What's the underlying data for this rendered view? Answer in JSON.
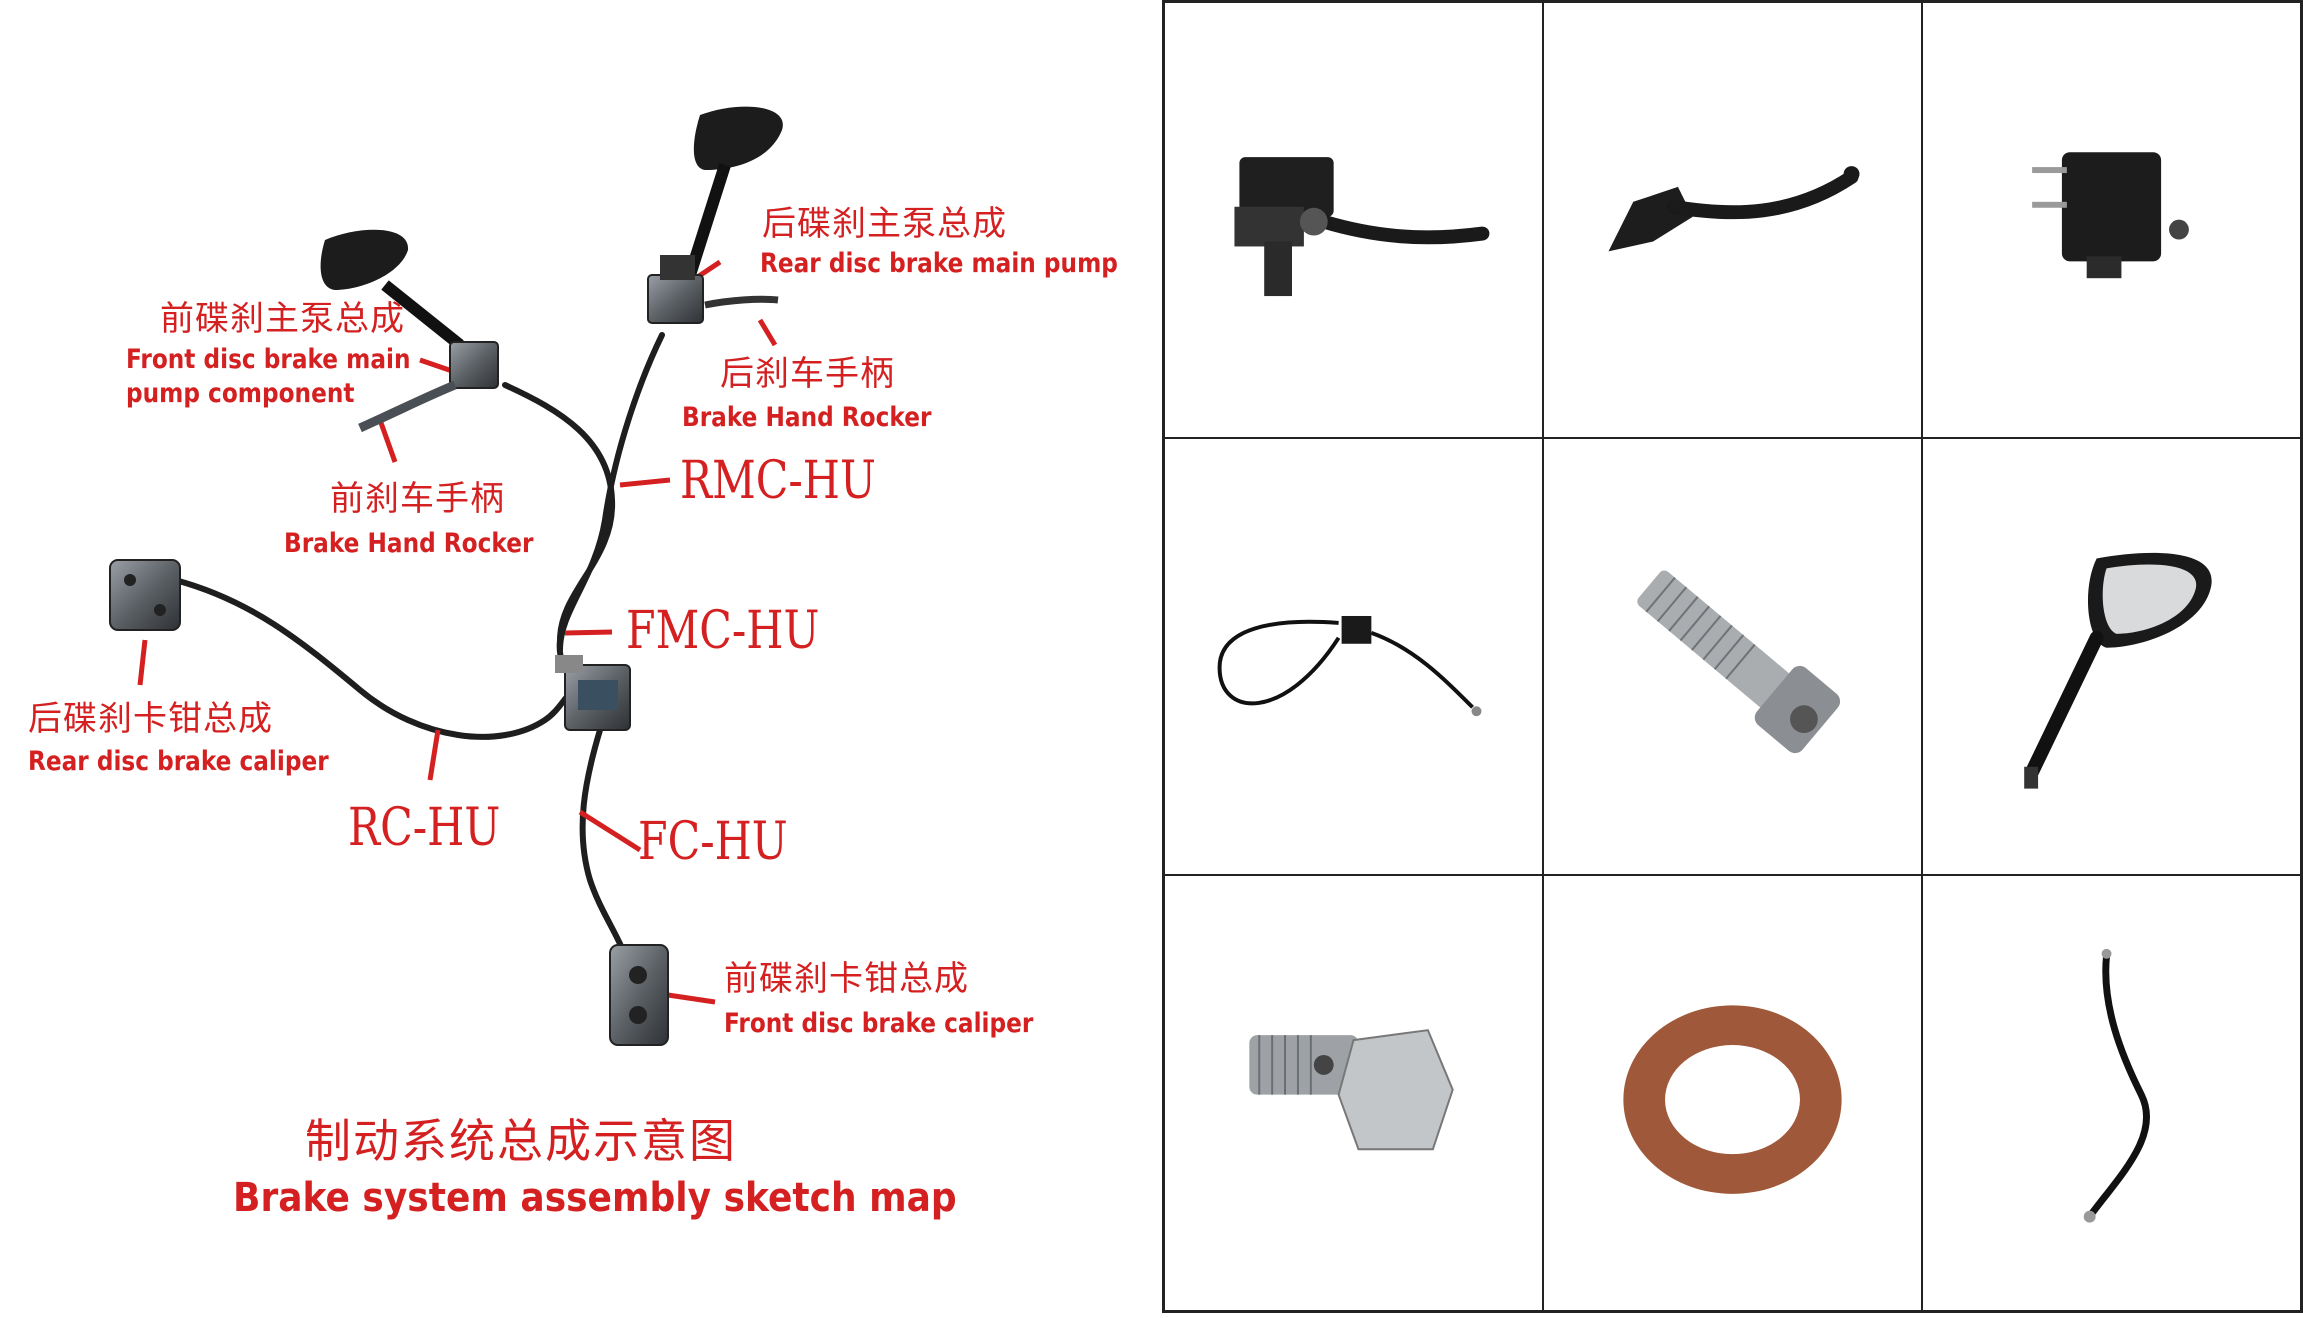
{
  "diagram": {
    "labels": {
      "rear_pump_zh": "后碟刹主泵总成",
      "rear_pump_en": "Rear disc brake main pump",
      "front_pump_zh": "前碟刹主泵总成",
      "front_pump_en_1": "Front disc brake main",
      "front_pump_en_2": "pump component",
      "rear_lever_zh": "后刹车手柄",
      "rear_lever_en": "Brake Hand Rocker",
      "front_lever_zh": "前刹车手柄",
      "front_lever_en": "Brake Hand Rocker",
      "rear_caliper_zh": "后碟刹卡钳总成",
      "rear_caliper_en": "Rear disc brake caliper",
      "front_caliper_zh": "前碟刹卡钳总成",
      "front_caliper_en": "Front disc brake caliper",
      "rmc_hu": "RMC-HU",
      "fmc_hu": "FMC-HU",
      "rc_hu": "RC-HU",
      "fc_hu": "FC-HU"
    },
    "title_zh": "制动系统总成示意图",
    "title_en": "Brake system assembly sketch map",
    "label_color": "#d42020"
  },
  "parts_grid": {
    "rows": 3,
    "cols": 3,
    "cells": [
      {
        "icon": "master-cylinder-with-lever-icon"
      },
      {
        "icon": "brake-lever-icon"
      },
      {
        "icon": "brake-switch-icon"
      },
      {
        "icon": "switch-cable-icon"
      },
      {
        "icon": "socket-cap-bolt-icon"
      },
      {
        "icon": "rear-view-mirror-icon"
      },
      {
        "icon": "banjo-bolt-icon"
      },
      {
        "icon": "copper-washer-icon"
      },
      {
        "icon": "brake-hose-icon"
      }
    ]
  }
}
